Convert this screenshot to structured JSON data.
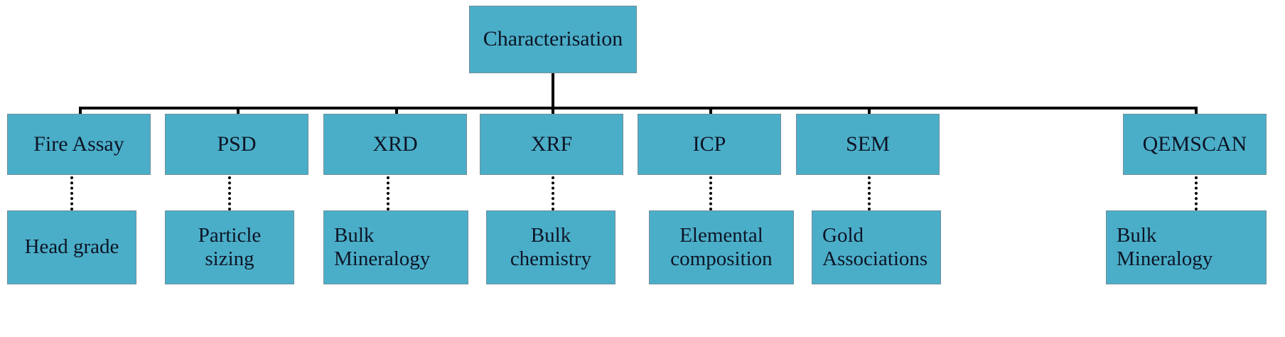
{
  "diagram": {
    "title": "Characterisation",
    "root": {
      "label": "Characterisation"
    },
    "techniques": [
      {
        "label": "Fire Assay",
        "output": "Head grade",
        "output_align": "center"
      },
      {
        "label": "PSD",
        "output": "Particle\nsizing",
        "output_align": "center"
      },
      {
        "label": "XRD",
        "output": "Bulk\nMineralogy",
        "output_align": "left"
      },
      {
        "label": "XRF",
        "output": "Bulk\nchemistry",
        "output_align": "center"
      },
      {
        "label": "ICP",
        "output": "Elemental\ncomposition",
        "output_align": "center"
      },
      {
        "label": "SEM",
        "output": "Gold\nAssociations",
        "output_align": "left"
      },
      {
        "label": "QEMSCAN",
        "output": "Bulk\nMineralogy",
        "output_align": "left"
      }
    ],
    "colors": {
      "node_fill": "#4BAEC8",
      "node_border": "#6f8f9b",
      "connector": "#000000",
      "text": "#0d1526",
      "background": "#ffffff"
    }
  }
}
